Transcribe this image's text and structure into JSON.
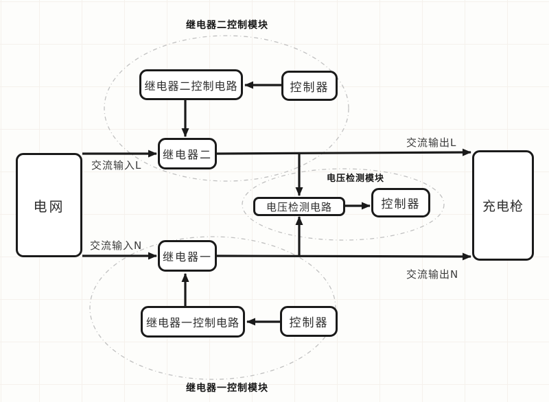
{
  "modules": {
    "relay2_module_label": "继电器二控制模块",
    "voltage_module_label": "电压检测模块",
    "relay1_module_label": "继电器一控制模块"
  },
  "nodes": {
    "grid": "电网",
    "charging_gun": "充电枪",
    "relay2": "继电器二",
    "relay1": "继电器一",
    "relay2_control_circuit": "继电器二控制电路",
    "relay1_control_circuit": "继电器一控制电路",
    "voltage_detect_circuit": "电压检测电路",
    "controller_top": "控制器",
    "controller_middle": "控制器",
    "controller_bottom": "控制器"
  },
  "wire_labels": {
    "ac_input_l": "交流输入L",
    "ac_input_n": "交流输入N",
    "ac_output_l": "交流输出L",
    "ac_output_n": "交流输出N"
  },
  "colors": {
    "wire": "#1a1a1a",
    "node_border": "#1a1a1a",
    "module_ellipse": "#c0c0c0",
    "background": "#fdfdfb"
  }
}
